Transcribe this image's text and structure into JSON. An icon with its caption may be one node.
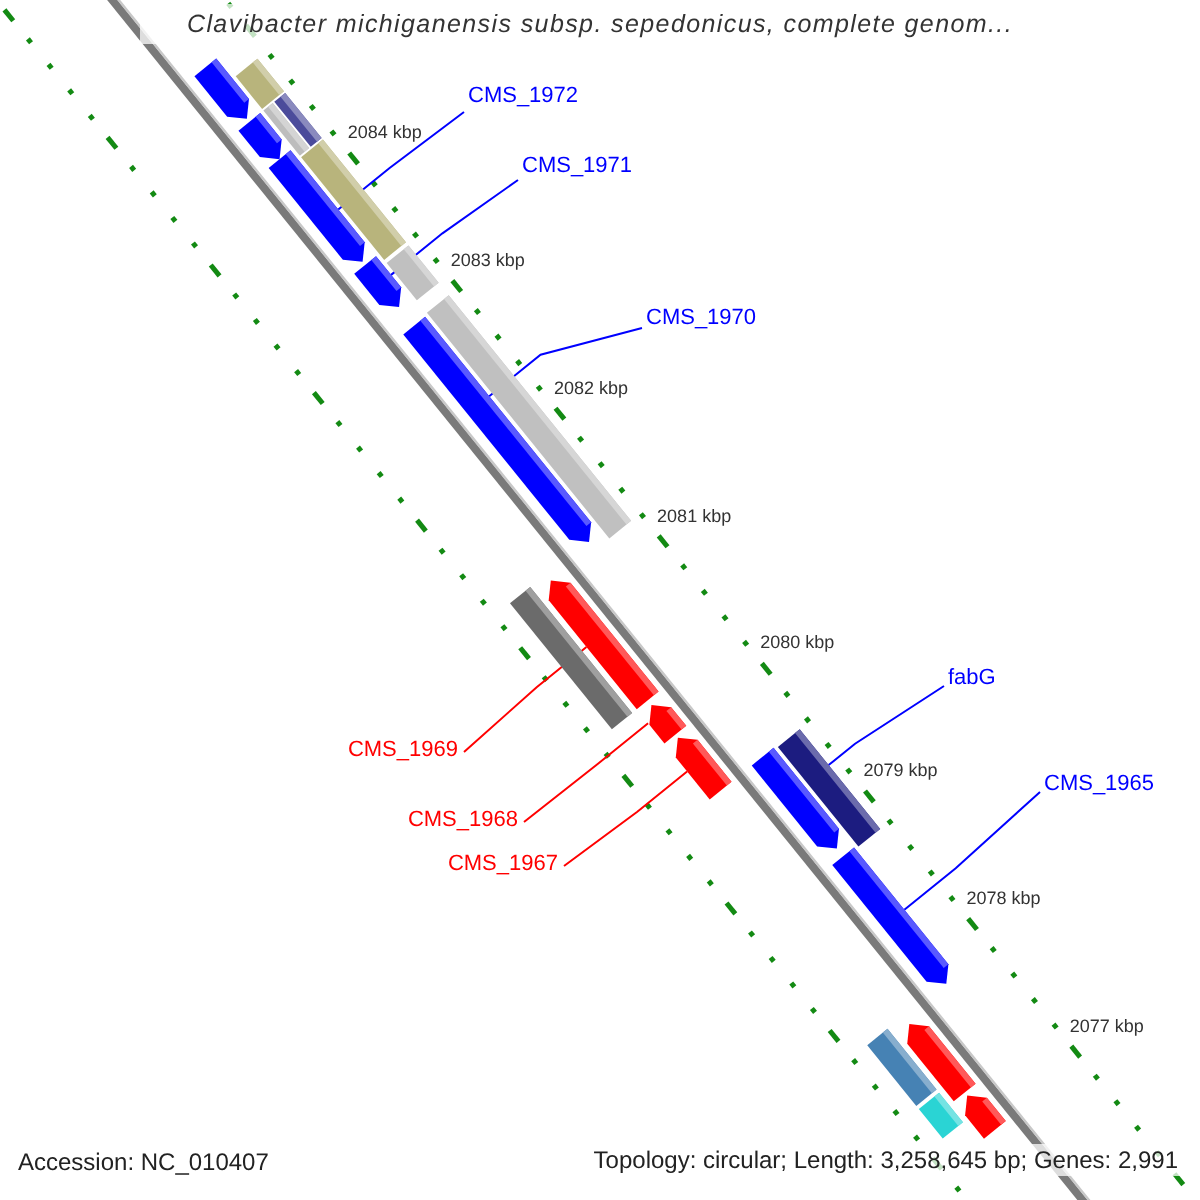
{
  "diagram": {
    "title": "Clavibacter michiganensis subsp. sepedonicus, complete genom...",
    "nodes": [
      {
        "text": [
          "CMS_1972"
        ]
      },
      {
        "text": [
          "CMS_1971"
        ]
      },
      {
        "text": [
          "CMS_1970"
        ]
      },
      {
        "text": [
          "fabG"
        ]
      },
      {
        "text": [
          "CMS_1969"
        ]
      },
      {
        "text": [
          "CMS_1965"
        ]
      },
      {
        "text": [
          "CMS_1968"
        ]
      },
      {
        "text": [
          "CMS_1967"
        ]
      },
      {
        "text": [],
        "shape": "bar"
      },
      {
        "text": [],
        "shape": "bar"
      },
      {
        "text": [],
        "shape": "bar"
      },
      {
        "text": [],
        "shape": "bar"
      },
      {
        "text": [],
        "shape": "bar"
      },
      {
        "text": [],
        "shape": "bar"
      },
      {
        "text": [],
        "shape": "bar"
      },
      {
        "text": [],
        "shape": "bar"
      },
      {
        "text": [],
        "shape": "bar"
      },
      {
        "text": [],
        "shape": "bar"
      },
      {
        "text": [],
        "shape": "bar"
      },
      {
        "text": [],
        "shape": "bar"
      },
      {
        "text": [],
        "shape": "bar"
      },
      {
        "text": [],
        "shape": "bar"
      },
      {
        "text": [],
        "shape": "bar"
      },
      {
        "text": [],
        "shape": "bar"
      },
      {
        "text": [],
        "shape": "bar"
      },
      {
        "text": [],
        "shape": "bar"
      },
      {
        "text": [],
        "shape": "bar"
      },
      {
        "text": [],
        "shape": "bar"
      },
      {
        "text": [],
        "shape": "bar"
      },
      {
        "text": [],
        "shape": "bar"
      }
    ],
    "edges": [
      {
        "from": 0,
        "to": 13,
        "arrow": "none",
        "color": "#0000ff"
      },
      {
        "from": 1,
        "to": 15,
        "arrow": "none",
        "color": "#0000ff"
      },
      {
        "from": 2,
        "to": 18,
        "arrow": "none",
        "color": "#0000ff"
      },
      {
        "from": 3,
        "to": 24,
        "arrow": "none",
        "color": "#0000ff"
      },
      {
        "from": 4,
        "to": 20,
        "arrow": "none",
        "color": "#ff0000"
      },
      {
        "from": 5,
        "to": 25,
        "arrow": "none",
        "color": "#0000ff"
      },
      {
        "from": 6,
        "to": 21,
        "arrow": "none",
        "color": "#ff0000"
      },
      {
        "from": 7,
        "to": 22,
        "arrow": "none",
        "color": "#ff0000"
      }
    ],
    "labels": [
      "2084 kbp",
      "2083 kbp",
      "2082 kbp",
      "2081 kbp",
      "2080 kbp",
      "2079 kbp",
      "2078 kbp",
      "2077 kbp",
      "Accession: NC_010407",
      "Topology: circular; Length: 3,258,645 bp; Genes: 2,991"
    ]
  }
}
